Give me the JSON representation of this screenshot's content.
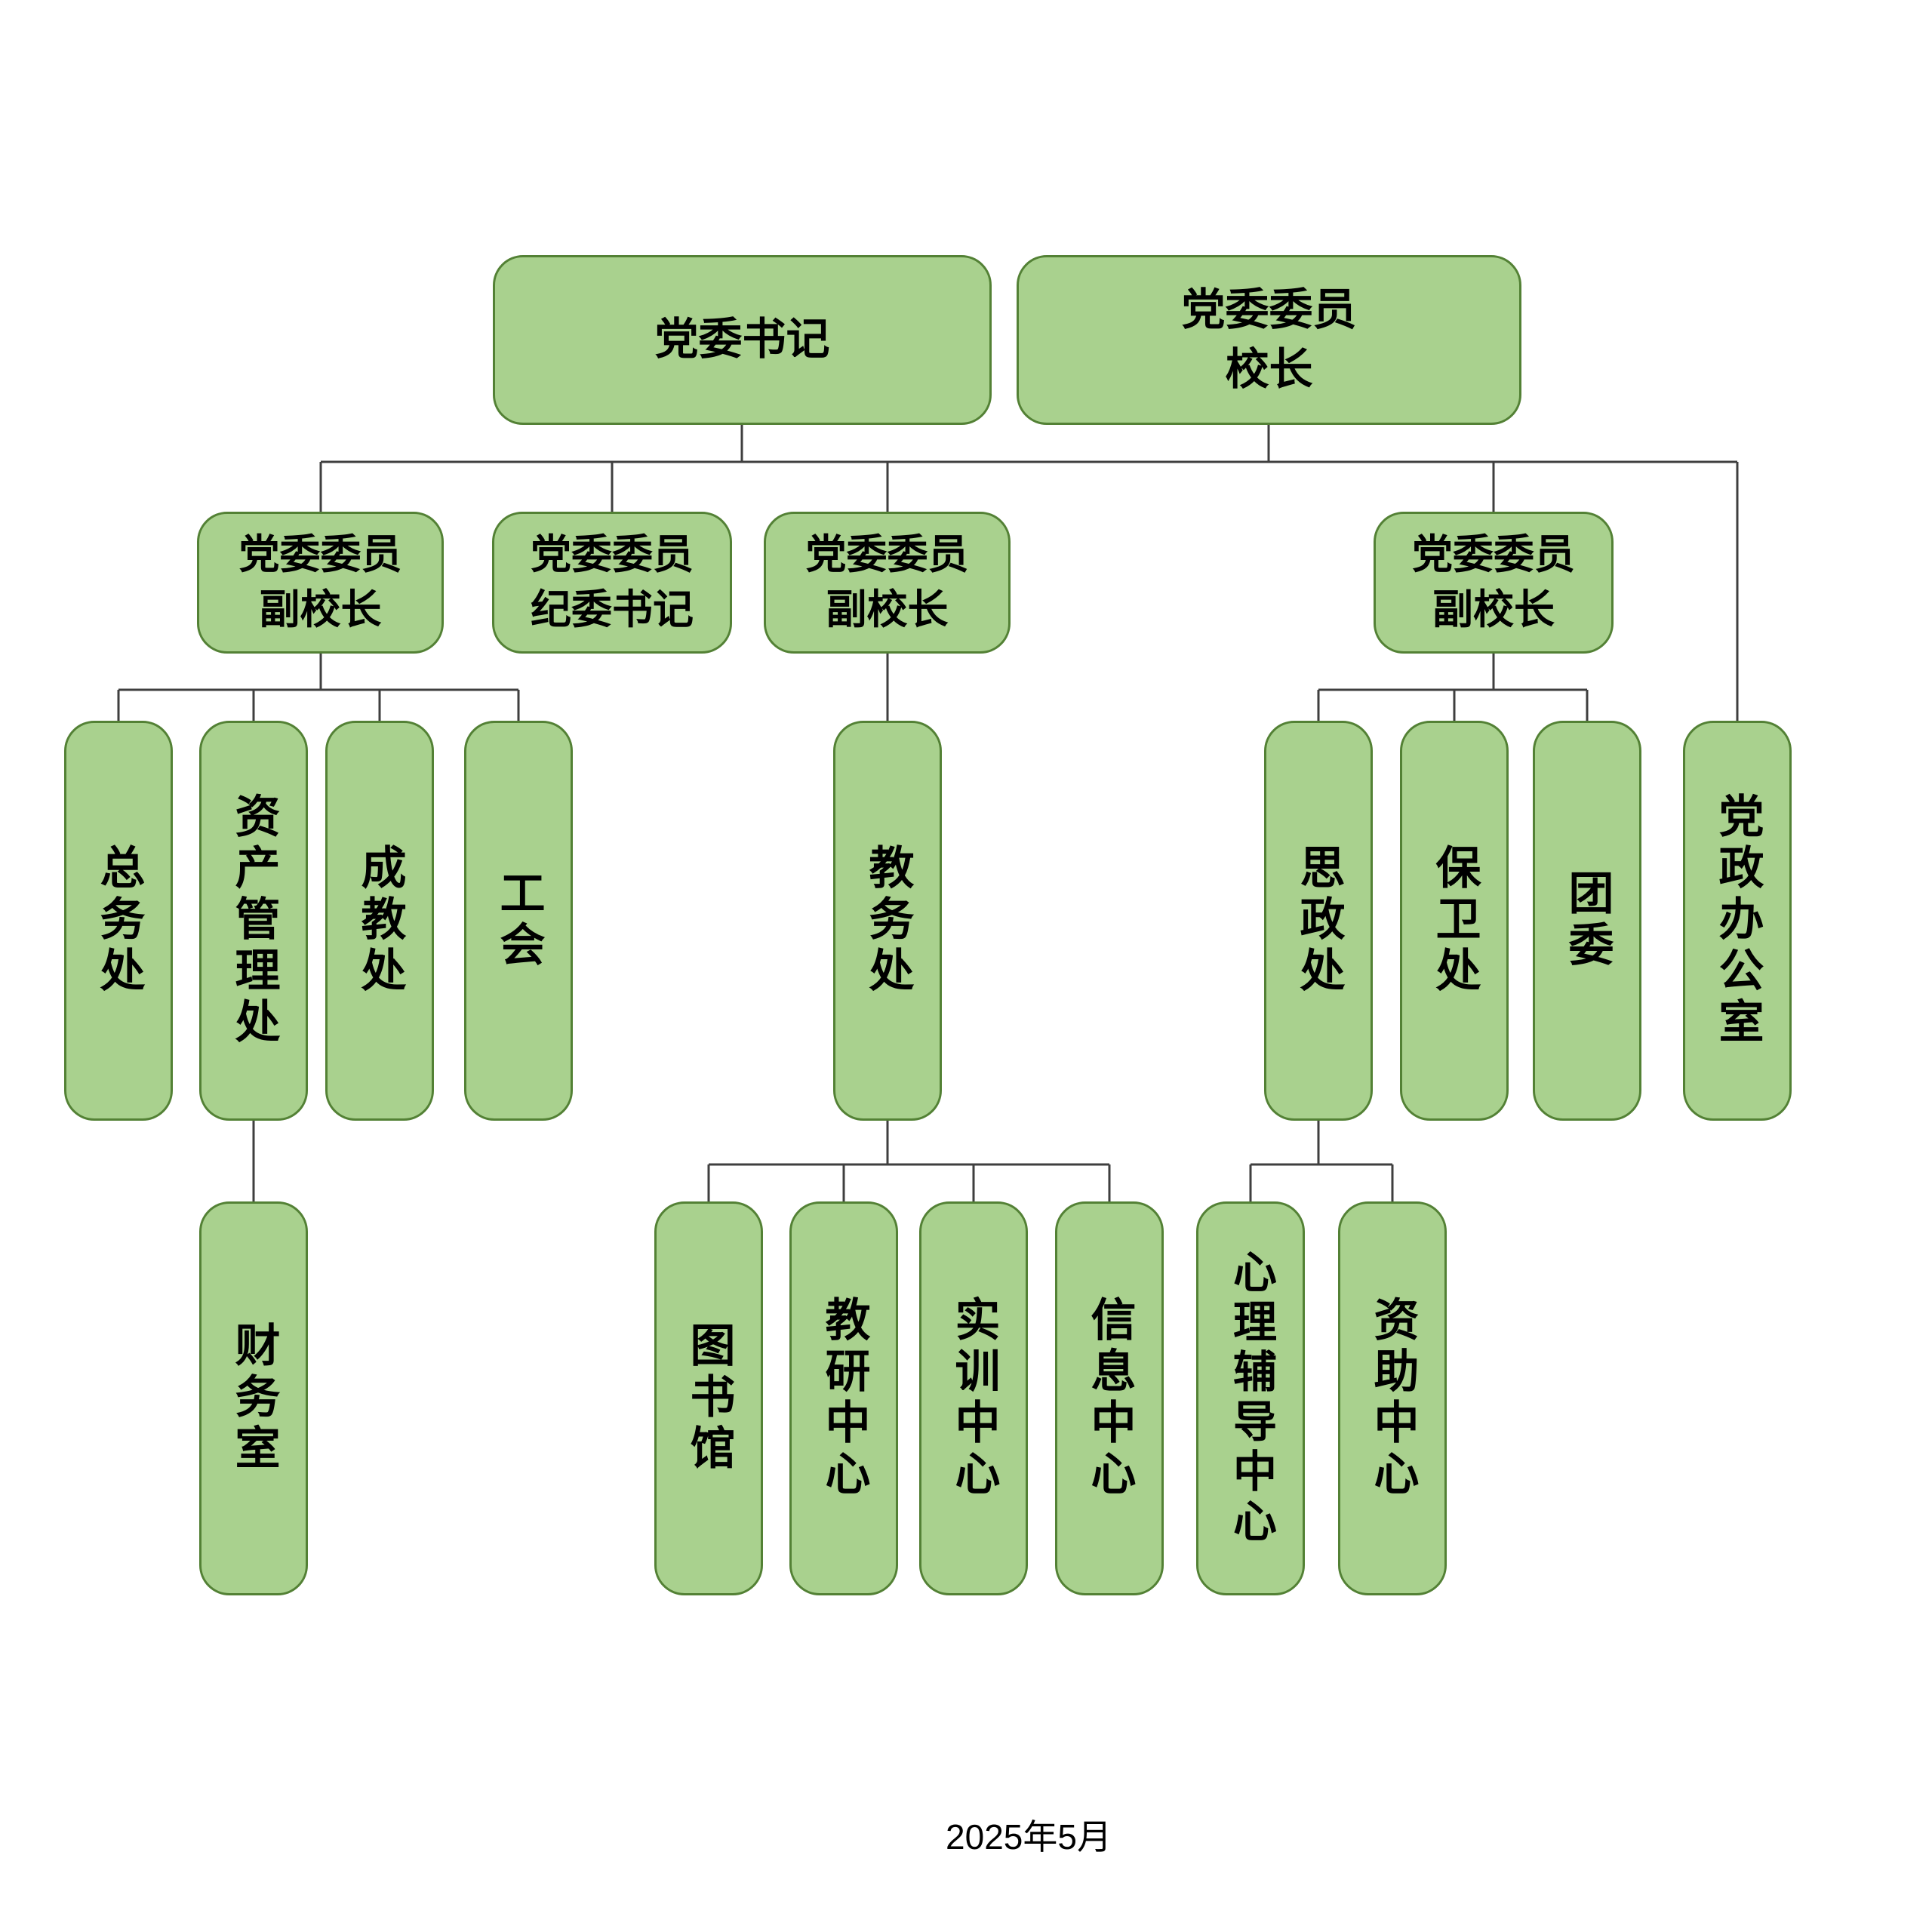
{
  "diagram": {
    "type": "org-chart",
    "colors": {
      "node_fill": "#a9d18e",
      "node_border": "#538135",
      "connector": "#3f3f3f"
    },
    "nodes": {
      "secretary": "党委书记",
      "principal": "党委委员\n校长",
      "vice1": "党委委员\n副校长",
      "discipline": "党委委员\n纪委书记",
      "vice2": "党委委员\n副校长",
      "vice3": "党委委员\n副校长",
      "general_affairs": "总务处",
      "asset_mgmt": "资产管理处",
      "adult_edu": "成教处",
      "union": "工会",
      "academic_affairs": "教务处",
      "ideological": "思政处",
      "security": "保卫处",
      "youth_league": "团委",
      "party_gov_office": "党政办公室",
      "finance": "财务室",
      "library": "图书馆",
      "teaching_research": "教研中心",
      "training_center": "实训中心",
      "info_center": "信息中心",
      "counseling": "心理辅导中心",
      "aid_center": "资助中心"
    },
    "edges": [
      {
        "parents": [
          "党委书记",
          "党委委员 校长"
        ],
        "children": [
          "党委委员 副校长",
          "党委委员 纪委书记",
          "党委委员 副校长",
          "党委委员 副校长",
          "党政办公室"
        ]
      },
      {
        "parents": [
          "党委委员 副校长 (左)"
        ],
        "children": [
          "总务处",
          "资产管理处",
          "成教处",
          "工会"
        ]
      },
      {
        "parents": [
          "资产管理处"
        ],
        "children": [
          "财务室"
        ]
      },
      {
        "parents": [
          "党委委员 副校长 (中)"
        ],
        "children": [
          "教务处"
        ]
      },
      {
        "parents": [
          "教务处"
        ],
        "children": [
          "图书馆",
          "教研中心",
          "实训中心",
          "信息中心"
        ]
      },
      {
        "parents": [
          "党委委员 副校长 (右)"
        ],
        "children": [
          "思政处",
          "保卫处",
          "团委"
        ]
      },
      {
        "parents": [
          "思政处"
        ],
        "children": [
          "心理辅导中心",
          "资助中心"
        ]
      }
    ],
    "footer_date": "2025年5月"
  }
}
